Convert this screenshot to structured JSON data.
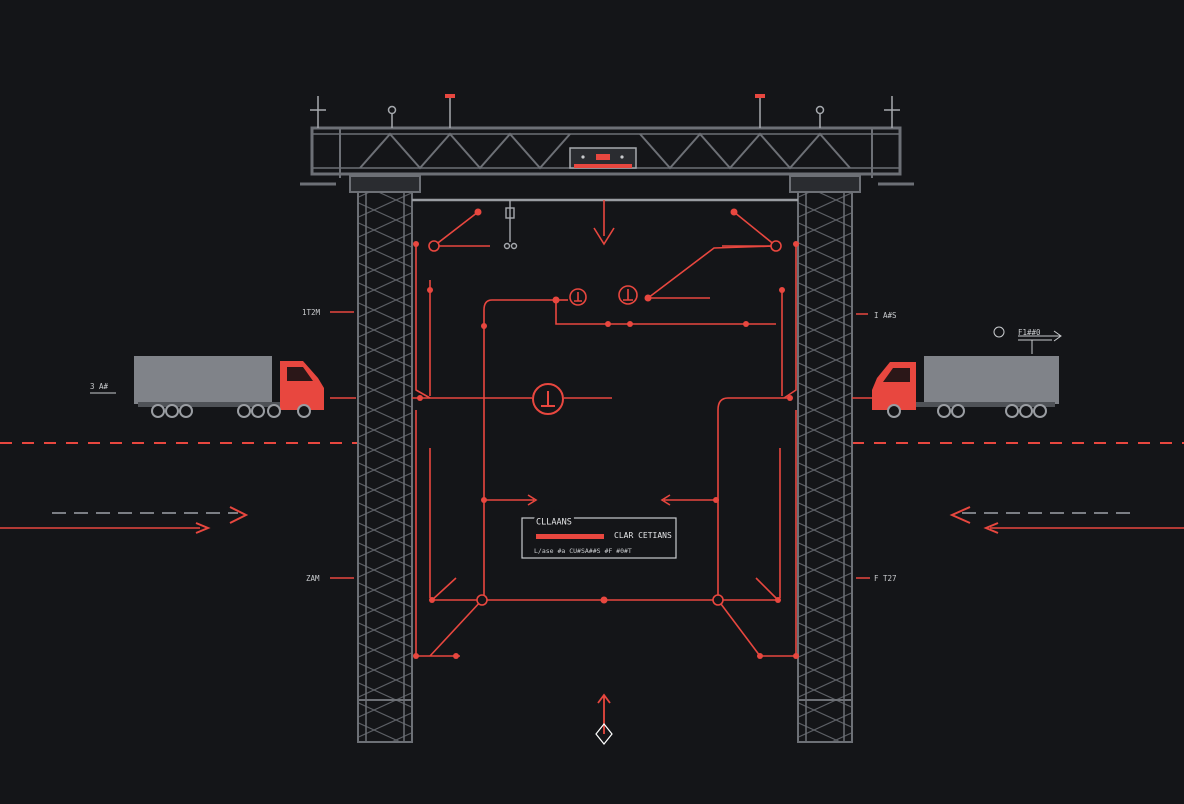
{
  "labels": {
    "left_upper": "1T2M",
    "left_lower": "ZAM",
    "left_truck": "3 A#",
    "right_upper": "I A#S",
    "right_lower": "F T27",
    "right_truck": "F1##0"
  },
  "info_panel": {
    "title": "CLLAANS",
    "subtitle": "CLAR CETIANS",
    "footnote": "L/ase #a CU#SA##S #F #0#T"
  },
  "colors": {
    "background": "#141518",
    "structure": "#6d7076",
    "accent": "#e8473f",
    "text": "#c9cbce"
  },
  "icons": [
    "truck-icon",
    "sensor-icon",
    "camera-icon",
    "arrow-icon"
  ]
}
